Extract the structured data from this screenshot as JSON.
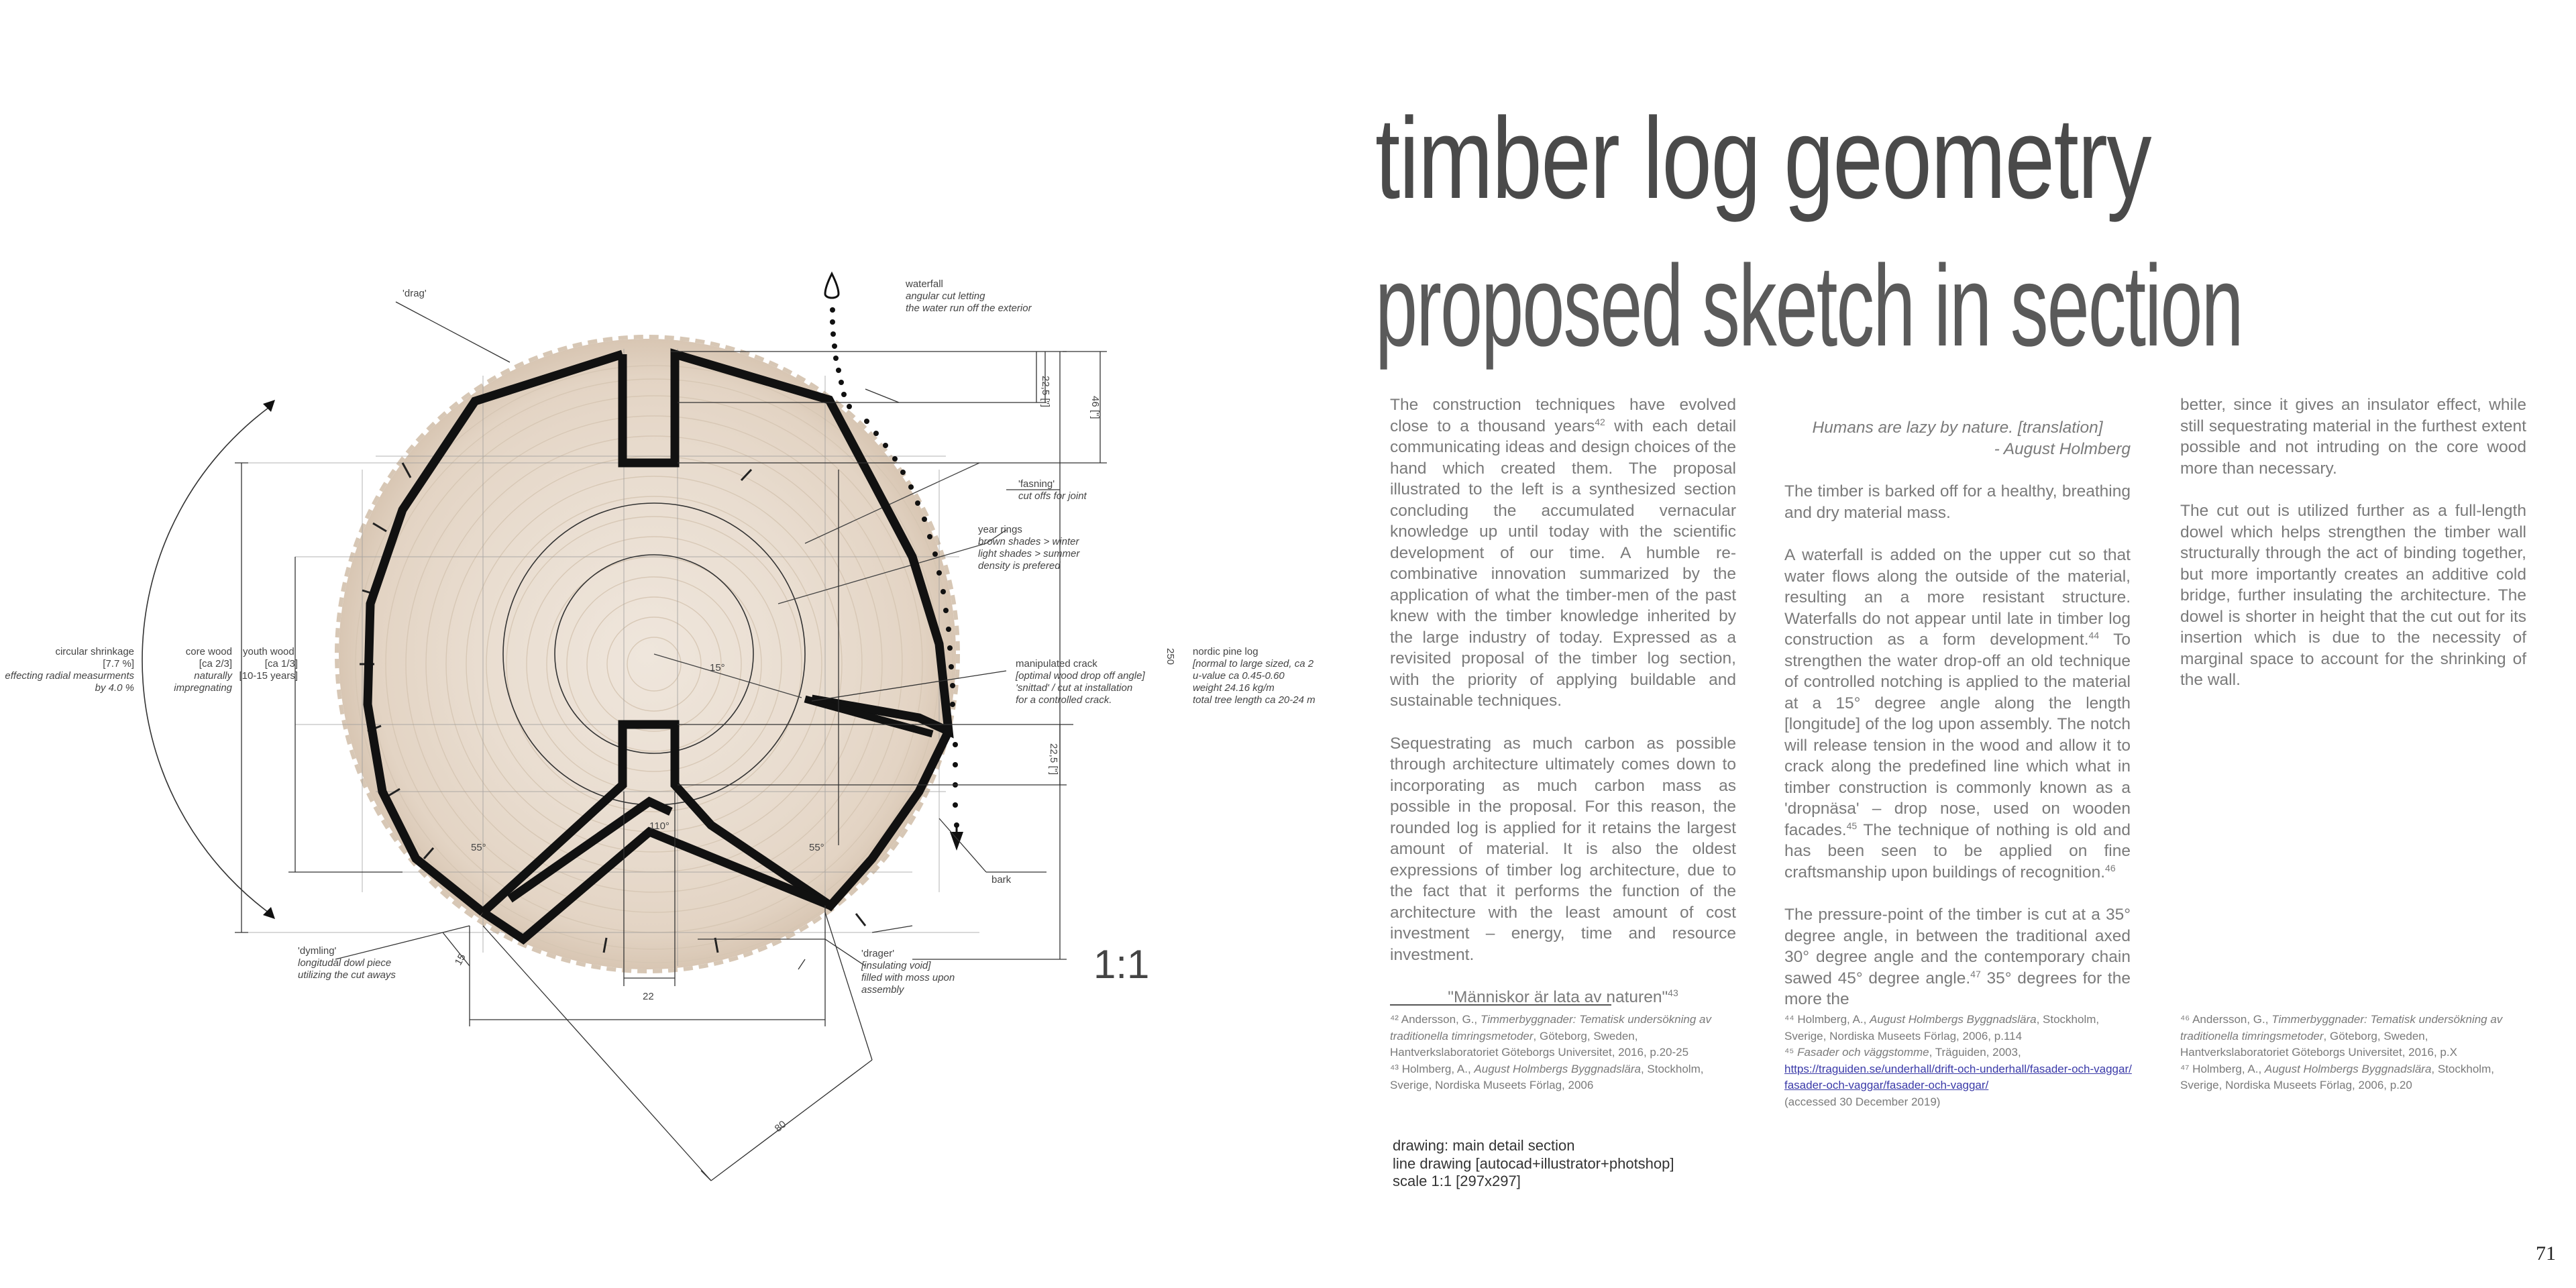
{
  "title": "timber log geometry",
  "subtitle": "proposed sketch in section",
  "columns": {
    "col1": {
      "p1_a": "The construction techniques have evolved close to a thousand years",
      "p1_sup": "42",
      "p1_b": " with each detail communicating ideas and design choices of the hand which created them. The proposal illustrated to the left is a synthesized section concluding the accumulated vernacular knowledge up until today with the scientific development of our time. A humble re-combinative innovation summarized by the application of what the timber-men of the past knew with the timber knowledge inherited by the large industry of today. Expressed as a revisited proposal of the timber log section, with the priority of applying buildable and sustainable techniques.",
      "p2": "Sequestrating as much carbon as possible through architecture ultimately comes down to incorporating as much carbon mass as possible in the proposal. For this reason, the rounded log is applied for it retains the largest amount of material. It is also the oldest expressions of timber log architecture, due to the fact that it performs the function of the architecture with the least amount of cost investment – energy, time and resource investment.",
      "quote": "\"Människor är lata av naturen\"",
      "quote_sup": "43"
    },
    "col2": {
      "quote": "Humans are lazy by nature. [translation]",
      "quote_author": "-    August Holmberg",
      "p1": "The timber is barked off for a healthy, breathing and dry material mass.",
      "p2_a": "A waterfall is added on the upper cut so that water flows along the outside of the material, resulting an a more resistant structure. Waterfalls do not appear until late in timber log construction as a form development.",
      "p2_sup1": "44",
      "p2_b": " To strengthen the water drop-off an old technique of controlled notching is applied to the material at a 15° degree angle along the length [longitude] of the log upon assembly. The notch will release tension in the wood and allow it to crack along the predefined line which what in timber construction is commonly known as a 'dropnäsa' – drop nose, used on wooden facades.",
      "p2_sup2": "45",
      "p2_c": " The technique of nothing is old and has been seen to be applied on fine craftsmanship upon buildings of recognition.",
      "p2_sup3": "46",
      "p3_a": "The pressure-point of the timber is cut at a 35° degree angle, in between the traditional axed 30° degree angle and the contemporary chain sawed 45° degree angle.",
      "p3_sup": "47",
      "p3_b": " 35° degrees for the more the"
    },
    "col3": {
      "p1": "better, since it gives an insulator effect, while still sequestrating material in the furthest extent possible and not intruding on the core wood more than necessary.",
      "p2": "The cut out is utilized further as a full-length dowel which helps strengthen the timber wall structurally through the act of binding together, but more importantly creates an additive cold bridge, further insulating the architecture. The dowel is shorter in height that the cut out for its insertion which is due to the necessity of marginal space to account for the shrinking of the wall."
    }
  },
  "footnotes": {
    "fn42_a": "⁴² Andersson, G., ",
    "fn42_it": "Timmerbyggnader: Tematisk undersökning av traditionella timringsmetoder",
    "fn42_b": ", Göteborg, Sweden, Hantverkslaboratoriet Göteborgs Universitet, 2016, p.20-25",
    "fn43_a": "⁴³ Holmberg, A., ",
    "fn43_it": "August Holmbergs Byggnadslära",
    "fn43_b": ", Stockholm, Sverige, Nordiska Museets Förlag, 2006",
    "fn44_a": "⁴⁴ Holmberg, A., ",
    "fn44_it": "August Holmbergs Byggnadslära",
    "fn44_b": ", Stockholm, Sverige, Nordiska Museets Förlag, 2006, p.114",
    "fn45_a": "⁴⁵ ",
    "fn45_it": "Fasader och väggstomme",
    "fn45_b": ", Träguiden, 2003,",
    "fn45_link": "https://traguiden.se/underhall/drift-och-underhall/fasader-och-vaggar/fasader-och-vaggar/fasader-och-vaggar/",
    "fn45_c": "(accessed 30 December 2019)",
    "fn46_a": "⁴⁶ Andersson, G., ",
    "fn46_it": "Timmerbyggnader: Tematisk undersökning av traditionella timringsmetoder",
    "fn46_b": ", Göteborg, Sweden, Hantverkslaboratoriet Göteborgs Universitet, 2016, p.X",
    "fn47_a": "⁴⁷ Holmberg, A., ",
    "fn47_it": "August Holmbergs Byggnadslära",
    "fn47_b": ", Stockholm, Sverige, Nordiska Museets Förlag, 2006, p.20"
  },
  "caption": {
    "line1": "drawing: main detail section",
    "line2": "line drawing [autocad+illustrator+photshop]",
    "line3": "scale 1:1 [297x297]"
  },
  "page_number": "71",
  "drawing": {
    "scale": "1:1",
    "labels": {
      "drag": "'drag'",
      "waterfall": "waterfall",
      "waterfall_d1": "angular cut letting",
      "waterfall_d2": "the water run off the exterior",
      "fasning": "'fasning'",
      "fasning_d": "cut offs for joint",
      "year_rings": "year rings",
      "year_rings_d1": "brown shades > winter",
      "year_rings_d2": "light shades > summer",
      "year_rings_d3": "density is prefered",
      "crack": "manipulated crack",
      "crack_d1": "[optimal wood drop off angle]",
      "crack_d2": "'snittad' / cut at installation",
      "crack_d3": "for a controlled crack.",
      "pine": "nordic pine log",
      "pine_d1": "[normal to large sized, ca 2",
      "pine_d2": "u-value ca 0.45-0.60",
      "pine_d3": "weight 24.16 kg/m",
      "pine_d4": "total tree length ca 20-24 m",
      "shrink": "circular shrinkage",
      "shrink_d1": "[7.7 %]",
      "shrink_d2": "effecting radial measurments",
      "shrink_d3": "by 4.0 %",
      "core": "core wood",
      "core_d1": "[ca 2/3]",
      "core_d2": "naturally",
      "core_d3": "impregnating",
      "youth": "youth wood",
      "youth_d1": "[ca 1/3]",
      "youth_d2": "[10-15 years]",
      "bark": "bark",
      "dymling": "'dymling'",
      "dymling_d1": "longitudal dowl piece",
      "dymling_d2": "utilizing the cut aways",
      "drager": "'drager'",
      "drager_d1": "[insulating void]",
      "drager_d2": "filled with moss upon",
      "drager_d3": "assembly",
      "dim_225a": "22,5 [\"]",
      "dim_46": "46 [\"]",
      "dim_225b": "22,5 [\"]",
      "dim_250": "250",
      "dim_22": "22",
      "dim_80": "80",
      "dim_15": "15",
      "ang_15": "15°",
      "ang_110": "110°",
      "ang_55a": "55°",
      "ang_55b": "55°"
    }
  }
}
